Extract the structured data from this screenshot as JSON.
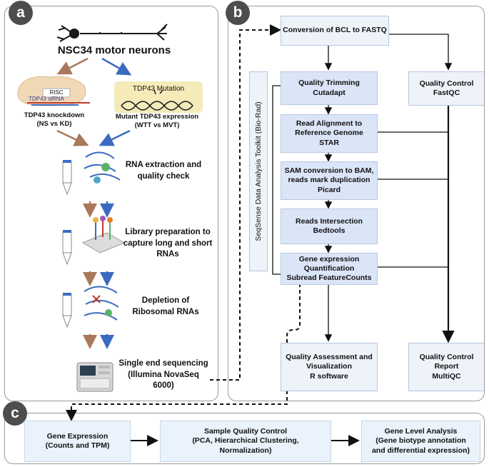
{
  "panel_a": {
    "badge": "a",
    "title": "NSC34 motor neurons",
    "knockdown": {
      "risc": "RISC",
      "sirna": "TDP43 siRNA",
      "label": "TDP43 knockdown",
      "sub": "(NS vs KD)"
    },
    "mutation": {
      "title": "TDP43 Mutation",
      "label": "Mutant TDP43 expression",
      "sub": "(WTT vs MVT)"
    },
    "steps": [
      {
        "line1": "RNA extraction and",
        "line2": "quality check",
        "line3": ""
      },
      {
        "line1": "Library preparation to",
        "line2": "capture long and short",
        "line3": "RNAs"
      },
      {
        "line1": "Depletion of",
        "line2": "Ribosomal RNAs",
        "line3": ""
      },
      {
        "line1": "Single end sequencing",
        "line2": "(Illumina NovaSeq",
        "line3": "6000)"
      }
    ],
    "colors": {
      "brown": "#a9785a",
      "blue": "#3a6bbf"
    }
  },
  "panel_b": {
    "badge": "b",
    "toolkit": "SeqSense Data Analysis Toolkit (Bio-Rad)",
    "bcl": "Conversion of BCL to FASTQ",
    "trim": {
      "l1": "Quality Trimming",
      "l2": "Cutadapt"
    },
    "qc": {
      "l1": "Quality Control",
      "l2": "FastQC"
    },
    "align": {
      "l1": "Read Alignment to",
      "l2": "Reference Genome",
      "l3": "STAR"
    },
    "sam": {
      "l1": "SAM conversion to BAM,",
      "l2": "reads mark duplication",
      "l3": "Picard"
    },
    "intersect": {
      "l1": "Reads Intersection",
      "l2": "Bedtools"
    },
    "geneexp": {
      "l1": "Gene expression",
      "l2": "Quantification",
      "l3": "Subread FeatureCounts"
    },
    "qa": {
      "l1": "Quality Assessment and",
      "l2": "Visualization",
      "l3": "R software"
    },
    "qcr": {
      "l1": "Quality Control",
      "l2": "Report",
      "l3": "MultiQC"
    }
  },
  "panel_c": {
    "badge": "c",
    "ge": {
      "l1": "Gene Expression",
      "l2": "(Counts and TPM)"
    },
    "sqc": {
      "l1": "Sample Quality Control",
      "l2": "(PCA, Hierarchical Clustering,",
      "l3": "Normalization)"
    },
    "gla": {
      "l1": "Gene Level Analysis",
      "l2": "(Gene biotype annotation",
      "l3": "and differential expression)"
    }
  },
  "colors": {
    "box_blue": "#dbe5f8",
    "box_pale": "#eef2f9",
    "badge": "#4d4d4d"
  }
}
